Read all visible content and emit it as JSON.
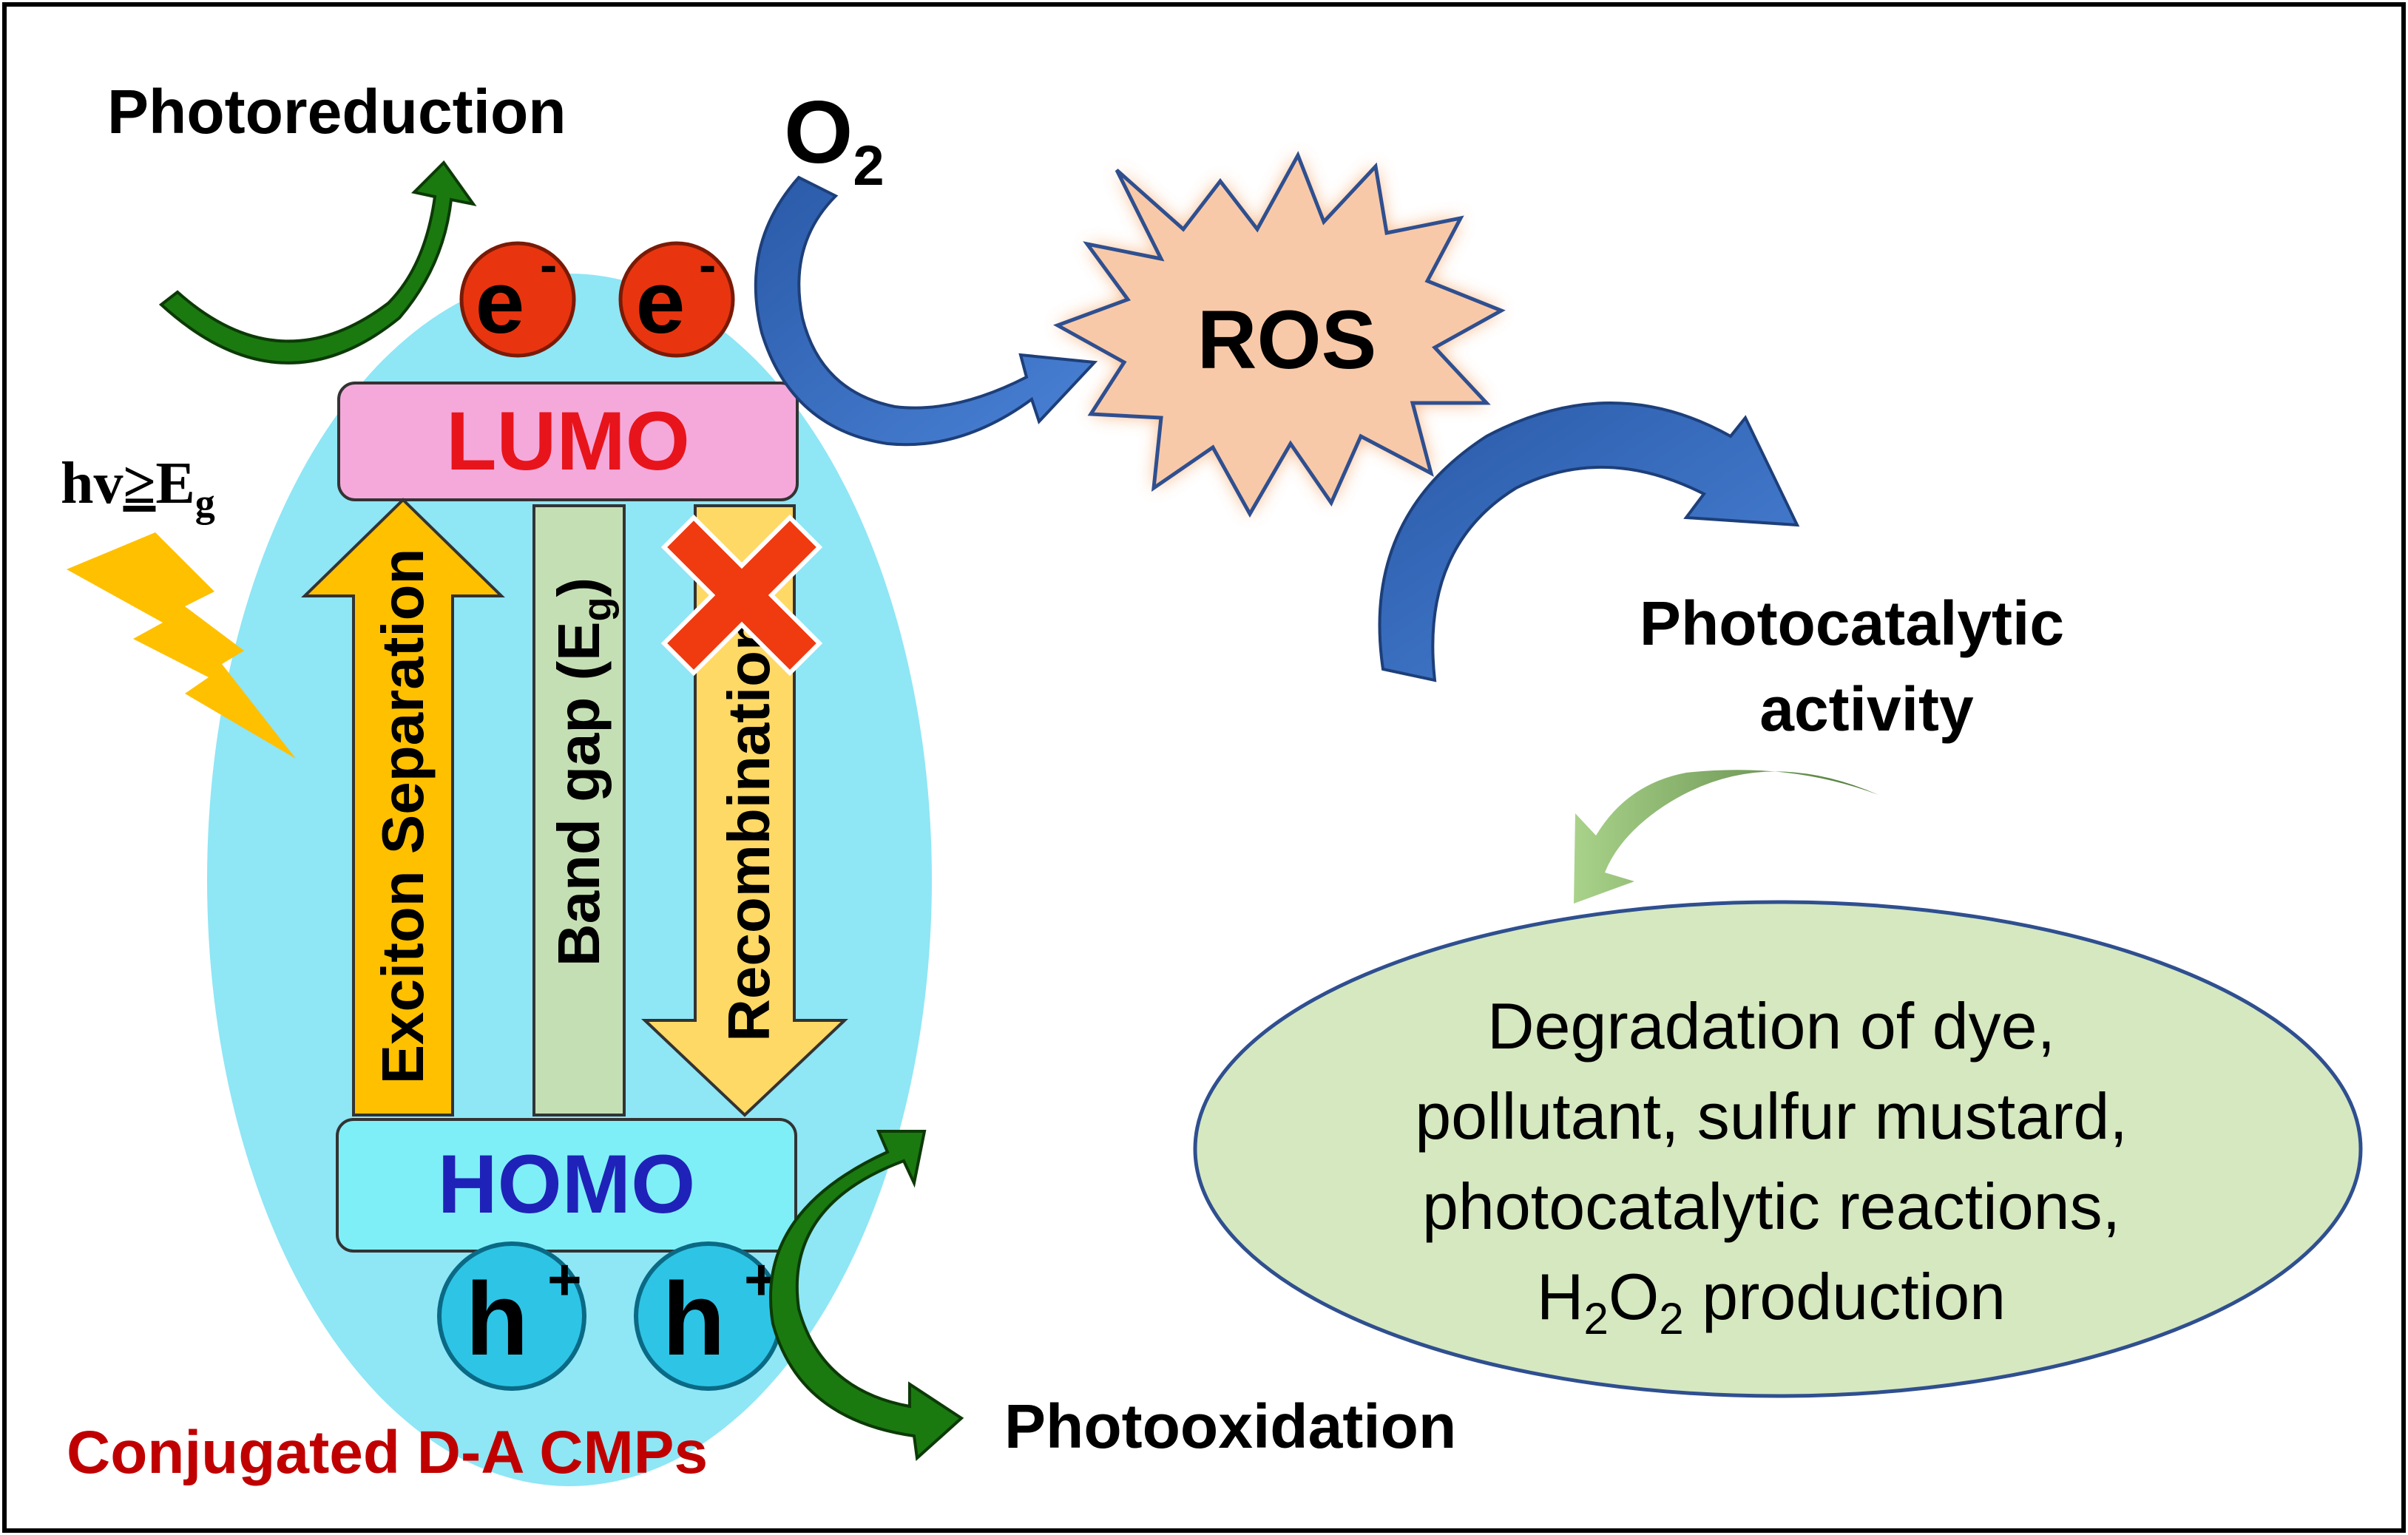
{
  "labels": {
    "photoreduction": "Photoreduction",
    "o2_main": "O",
    "o2_sub": "2",
    "electron_1_main": "e",
    "electron_1_sup": "-",
    "electron_2_main": "e",
    "electron_2_sup": "-",
    "lumo": "LUMO",
    "homo": "HOMO",
    "light_hv": "hv",
    "light_ge": "≥",
    "light_E": "E",
    "light_sub": "g",
    "exciton_separation": "Exciton Separation",
    "band_gap_main": "Band gap (E",
    "band_gap_sub": "g",
    "band_gap_close": ")",
    "recombination": "Recombination",
    "hole_1_main": "h",
    "hole_1_sup": "+",
    "hole_2_main": "h",
    "hole_2_sup": "+",
    "conjugated": "Conjugated D-A CMPs",
    "photooxidation": "Photooxidation",
    "ros": "ROS",
    "photocatalytic_line1": "Photocatalytic",
    "photocatalytic_line2": "activity",
    "app_line1": "Degradation of dye,",
    "app_line2": "pollutant, sulfur mustard,",
    "app_line3": "photocatalytic reactions,",
    "app_line4_a": "H",
    "app_line4_b": "2",
    "app_line4_c": "O",
    "app_line4_d": "2",
    "app_line4_e": " production"
  },
  "colors": {
    "outer_ellipse": "#8fe6f5",
    "lumo_box": "#f5a9da",
    "lumo_text": "#e8141b",
    "homo_box": "#7feff7",
    "homo_text": "#1f22b8",
    "electron": "#e8350f",
    "hole": "#2ec4e6",
    "exciton_arrow": "#ffc000",
    "band_gap_bar": "#c5dfb4",
    "recombination_arrow": "#ffd966",
    "cross": "#f03a10",
    "lightning": "#ffc000",
    "green_arrow": "#1a7a10",
    "blue_arrow": "#3a6fc4",
    "ros_star": "#f8c9a8",
    "ros_glow": "#f5a060",
    "application_ellipse": "#d5e8c0",
    "conjugated_text": "#c00000"
  }
}
